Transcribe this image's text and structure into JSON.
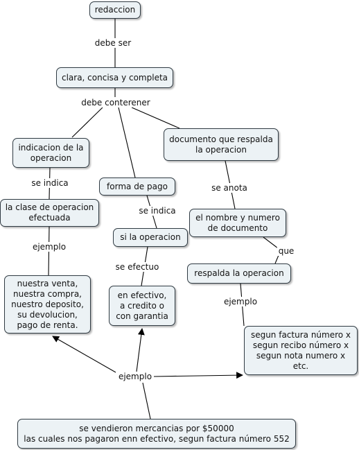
{
  "colors": {
    "node_fill": "#ecf2f5",
    "node_border": "#2f3a42",
    "edge": "#000000"
  },
  "nodes": {
    "redaccion": "redaccion",
    "clara": "clara, concisa y completa",
    "indicacion": "indicacion de la\noperacion",
    "documento": "documento que respalda\nla operacion",
    "forma_pago": "forma de pago",
    "clase_operacion": "la clase de operacion\nefectuada",
    "si_operacion": "si la operacion",
    "nombre_numero": "el nombre y numero\nde documento",
    "respalda": "respalda la operacion",
    "nuestra_venta": "nuestra venta,\nnuestra compra,\nnuestro deposito,\nsu devolucion,\npago de renta.",
    "en_efectivo": "en efectivo,\na credito o\ncon garantia",
    "segun_factura": "segun factura número x\nsegun recibo número x\nsegun nota numero x\netc.",
    "se_vendieron": "se vendieron mercancias por $50000\nlas cuales nos pagaron enn efectivo, segun factura número 552"
  },
  "links": {
    "debe_ser": "debe ser",
    "debe_conterener": "debe conterener",
    "se_indica_1": "se indica",
    "se_indica_2": "se indica",
    "se_anota": "se anota",
    "ejemplo_1": "ejemplo",
    "se_efectuo": "se efectuo",
    "que": "que",
    "ejemplo_2": "ejemplo",
    "ejemplo_3": "ejemplo"
  }
}
